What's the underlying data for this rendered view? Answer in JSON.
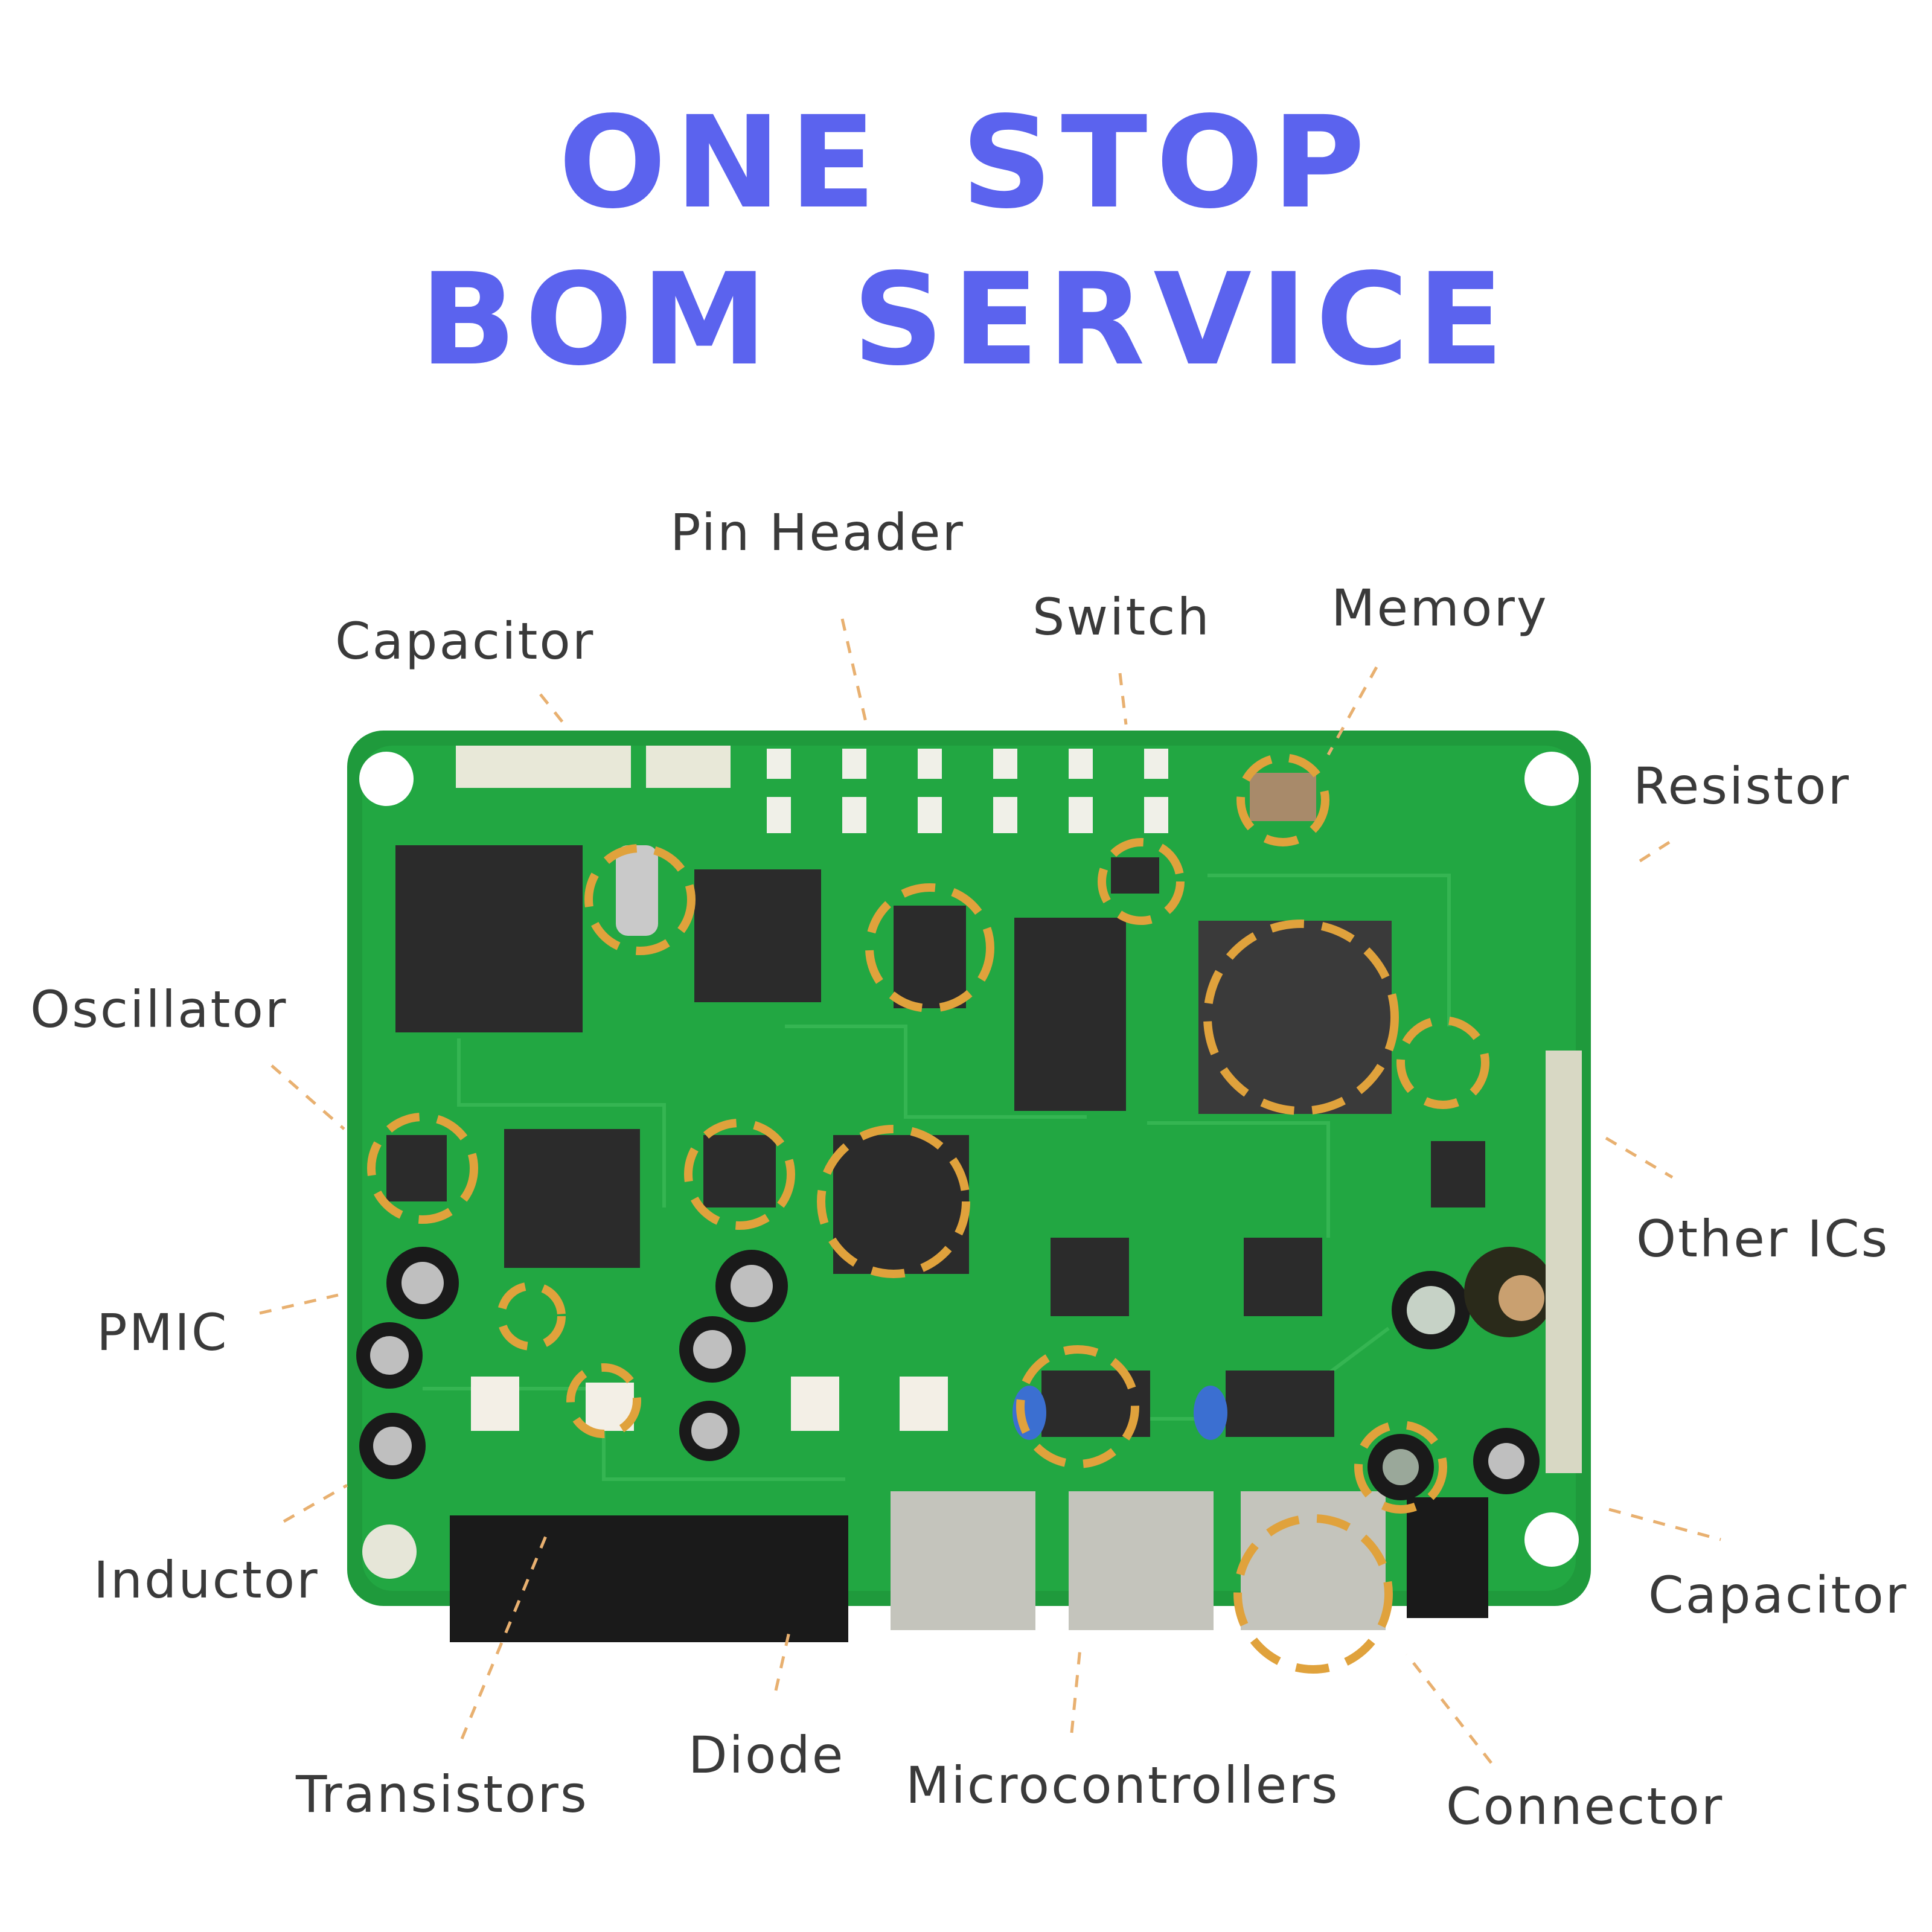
{
  "title": {
    "line1": "ONE STOP",
    "line2": "BOM SERVICE"
  },
  "labels": {
    "pin_header": "Pin Header",
    "capacitor_top": "Capacitor",
    "switch": "Switch",
    "memory": "Memory",
    "resistor": "Resistor",
    "oscillator": "Oscillator",
    "other_ics": "Other ICs",
    "pmic": "PMIC",
    "inductor": "Inductor",
    "capacitor_right": "Capacitor",
    "transistors": "Transistors",
    "diode": "Diode",
    "microcontrollers": "Microcontrollers",
    "connector": "Connector"
  },
  "colors": {
    "title": "#5b63ee",
    "label": "#3a3a3a",
    "board": "#1f9a3c",
    "highlight": "#e0a23c"
  }
}
